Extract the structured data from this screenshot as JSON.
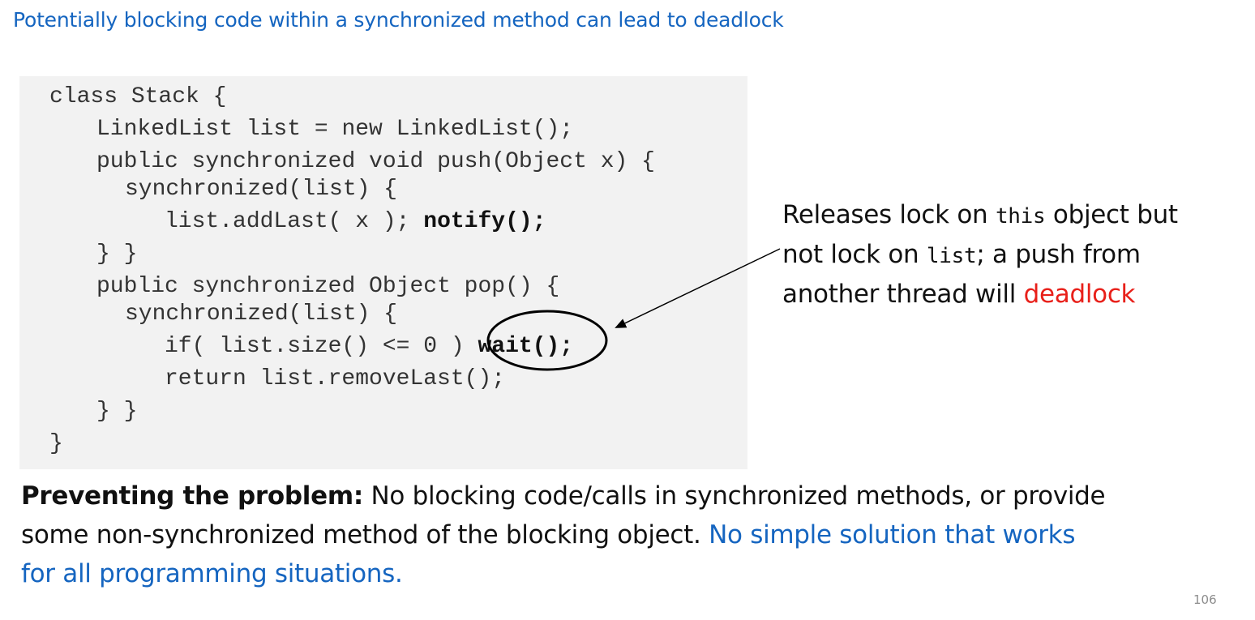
{
  "title": "Potentially blocking code within a synchronized method can lead to deadlock",
  "code": {
    "line1": "class Stack {",
    "line2": "LinkedList list = new LinkedList();",
    "line3": "public synchronized void push(Object x) {",
    "line4": "synchronized(list) {",
    "line5_code": "list.addLast( x ); ",
    "line5_bold": "notify();",
    "line6": "} }",
    "line7": "public synchronized Object pop() {",
    "line8": "synchronized(list) {",
    "line9_code": "if( list.size() <= 0 ) ",
    "line9_bold": "wait();",
    "line10": "return list.removeLast();",
    "line11": "} }",
    "line12": "}"
  },
  "annotation": {
    "part1": "Releases lock on ",
    "part1_mono": "this",
    "part1_end": " object but",
    "part2": "not lock on ",
    "part2_mono": "list",
    "part2_end": "; a push from",
    "part3": "another thread will ",
    "part3_red": "deadlock"
  },
  "prevention": {
    "bold": "Preventing the problem:",
    "line1": "  No blocking code/calls in synchronized methods, or provide",
    "line2_black": "some non-synchronized method of the blocking object.  ",
    "line2_blue": "No simple solution that works",
    "line3_blue": "for all programming situations."
  },
  "page_number": "106"
}
